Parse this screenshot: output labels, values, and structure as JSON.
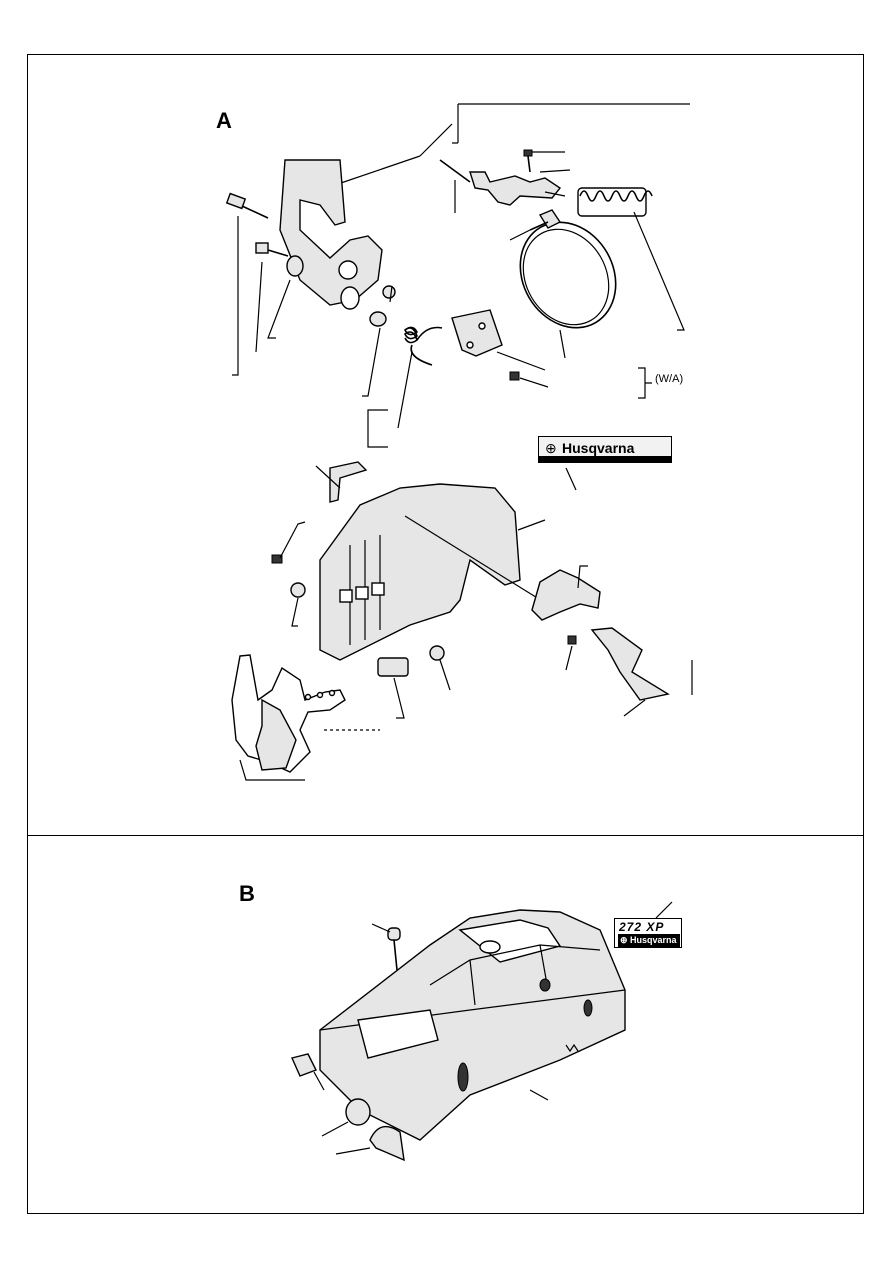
{
  "panels": {
    "a": {
      "letter": "A",
      "suffix_label": "(W/A)"
    },
    "b": {
      "letter": "B"
    }
  },
  "decals": {
    "brand_mark": "⊕",
    "brand_word": "Husqvarna",
    "model": "272 XP",
    "model_brand": "⊕ Husqvarna"
  }
}
